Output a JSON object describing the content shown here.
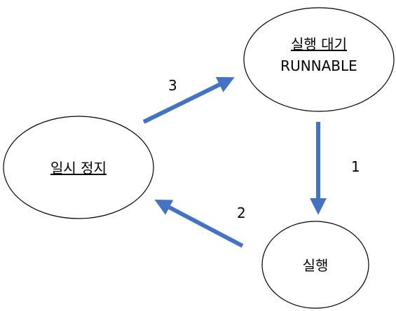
{
  "diagram": {
    "arrow_color": "#4472C4",
    "nodes": {
      "runnable": {
        "label_ko": "실행 대기",
        "label_en": "RUNNABLE"
      },
      "paused": {
        "label": "일시 정지"
      },
      "running": {
        "label": "실행"
      }
    },
    "edges": [
      {
        "from": "runnable",
        "to": "running",
        "label": "1"
      },
      {
        "from": "running",
        "to": "paused",
        "label": "2"
      },
      {
        "from": "paused",
        "to": "runnable",
        "label": "3"
      }
    ]
  }
}
